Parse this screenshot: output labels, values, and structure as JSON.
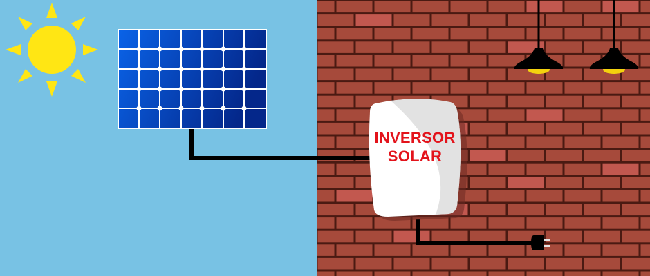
{
  "scene": {
    "title": "Solar inverter illustration",
    "inverter": {
      "line1": "INVERSOR",
      "line2": "SOLAR"
    },
    "elements": [
      "sun-icon",
      "solar-panel",
      "cable",
      "inverter",
      "power-plug",
      "pendant-lamps",
      "brick-wall"
    ]
  },
  "colors": {
    "sky": "#78c2e4",
    "sun": "#ffe614",
    "panel_light": "#0a63e8",
    "panel_dark": "#04278a",
    "brick": "#a64a3b",
    "brick_highlight": "#c2584f",
    "mortar": "#4a1a12",
    "inverter_body": "#ffffff",
    "inverter_text": "#e3131b",
    "cable": "#000000",
    "lamp_light": "#f4d20e"
  }
}
